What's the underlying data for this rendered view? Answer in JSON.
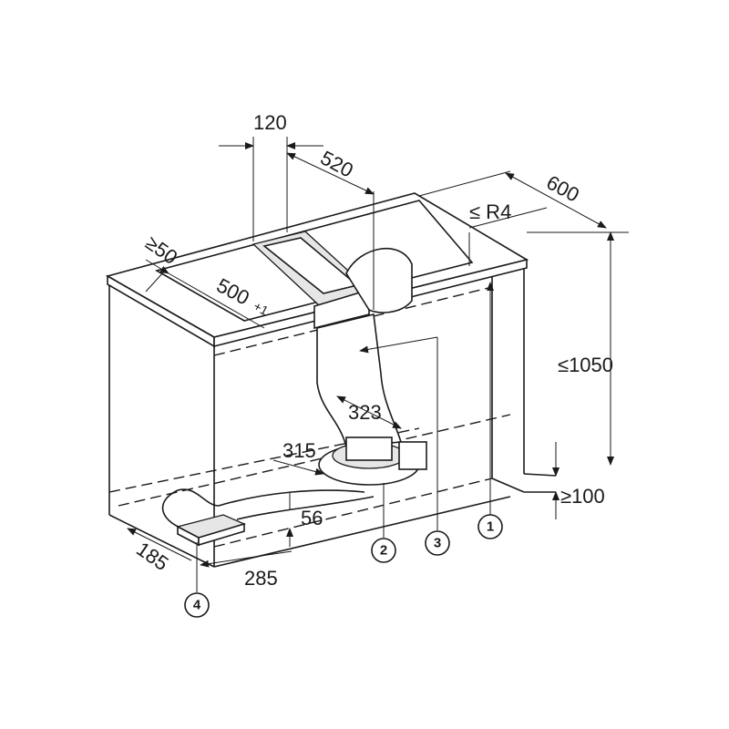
{
  "dimensions": {
    "d120": "120",
    "d520": "520",
    "d600": "600",
    "radius": "≤ R4",
    "d50": "≥50",
    "d500": "500",
    "d500_tol": "+1",
    "d1050": "≤1050",
    "d323": "323",
    "d315": "315",
    "d56": "56",
    "d100": "≥100",
    "d185": "185",
    "d285": "285"
  },
  "callouts": [
    "1",
    "2",
    "3",
    "4"
  ]
}
